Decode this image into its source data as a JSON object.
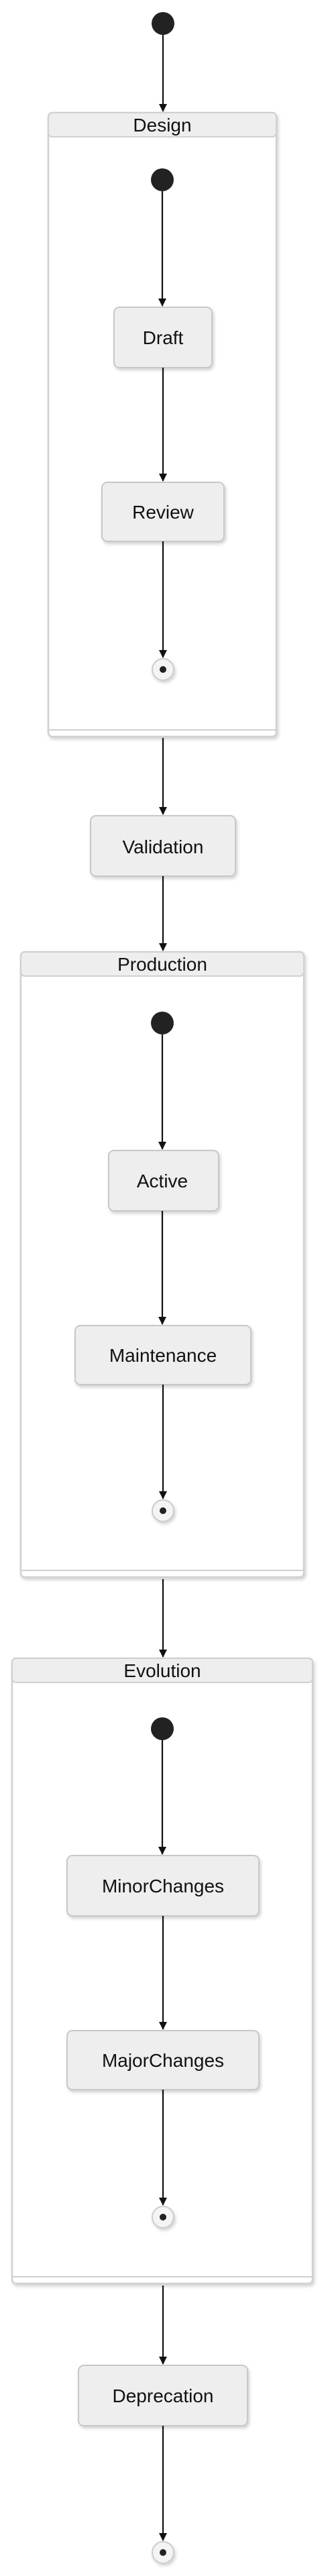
{
  "diagram": {
    "type": "state-machine",
    "composites": {
      "design": {
        "title": "Design",
        "states": [
          "Draft",
          "Review"
        ]
      },
      "production": {
        "title": "Production",
        "states": [
          "Active",
          "Maintenance"
        ]
      },
      "evolution": {
        "title": "Evolution",
        "states": [
          "MinorChanges",
          "MajorChanges"
        ]
      }
    },
    "simple_states": {
      "validation": "Validation",
      "deprecation": "Deprecation"
    },
    "transitions": [
      [
        "[*]",
        "Design"
      ],
      [
        "Design.[*]",
        "Draft"
      ],
      [
        "Draft",
        "Review"
      ],
      [
        "Review",
        "Design.[*]"
      ],
      [
        "Design",
        "Validation"
      ],
      [
        "Validation",
        "Production"
      ],
      [
        "Production.[*]",
        "Active"
      ],
      [
        "Active",
        "Maintenance"
      ],
      [
        "Maintenance",
        "Production.[*]"
      ],
      [
        "Production",
        "Evolution"
      ],
      [
        "Evolution.[*]",
        "MinorChanges"
      ],
      [
        "MinorChanges",
        "MajorChanges"
      ],
      [
        "MajorChanges",
        "Evolution.[*]"
      ],
      [
        "Evolution",
        "Deprecation"
      ],
      [
        "Deprecation",
        "[*]"
      ]
    ],
    "colors": {
      "state_fill": "#eeeeee",
      "state_border": "#c8c8c8",
      "line": "#111111",
      "pseudo_fill": "#222222"
    }
  }
}
